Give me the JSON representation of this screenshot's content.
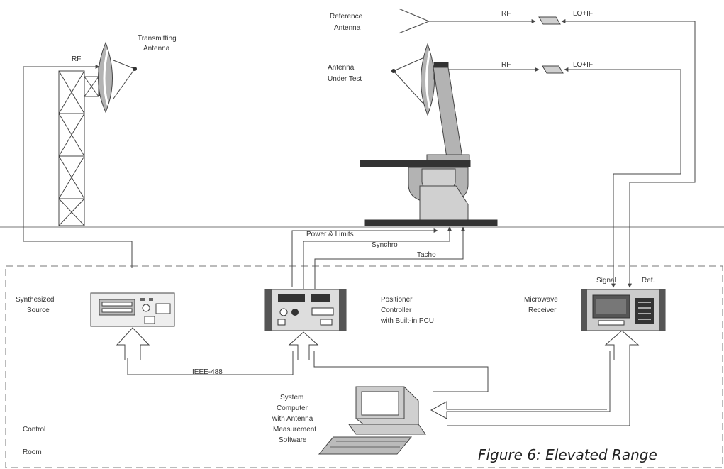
{
  "labels": {
    "transmitting_antenna_line1": "Transmitting",
    "transmitting_antenna_line2": "Antenna",
    "rf_tx": "RF",
    "reference_antenna_line1": "Reference",
    "reference_antenna_line2": "Antenna",
    "rf_ref": "RF",
    "lo_if_ref": "LO+IF",
    "antenna_ut_line1": "Antenna",
    "antenna_ut_line2": "Under Test",
    "rf_aut": "RF",
    "lo_if_aut": "LO+IF",
    "power_limits": "Power & Limits",
    "synchro": "Synchro",
    "tacho": "Tacho",
    "synth_source_line1": "Synthesized",
    "synth_source_line2": "Source",
    "positioner_line1": "Positioner",
    "positioner_line2": "Controller",
    "positioner_line3": "with Built-in PCU",
    "receiver_line1": "Microwave",
    "receiver_line2": "Receiver",
    "signal": "Signal",
    "ref": "Ref.",
    "ieee": "IEEE-488",
    "computer_line1": "System",
    "computer_line2": "Computer",
    "computer_line3": "with Antenna",
    "computer_line4": "Measurement",
    "computer_line5": "Software",
    "control": "Control",
    "room": "Room",
    "caption": "Figure 6: Elevated Range"
  }
}
